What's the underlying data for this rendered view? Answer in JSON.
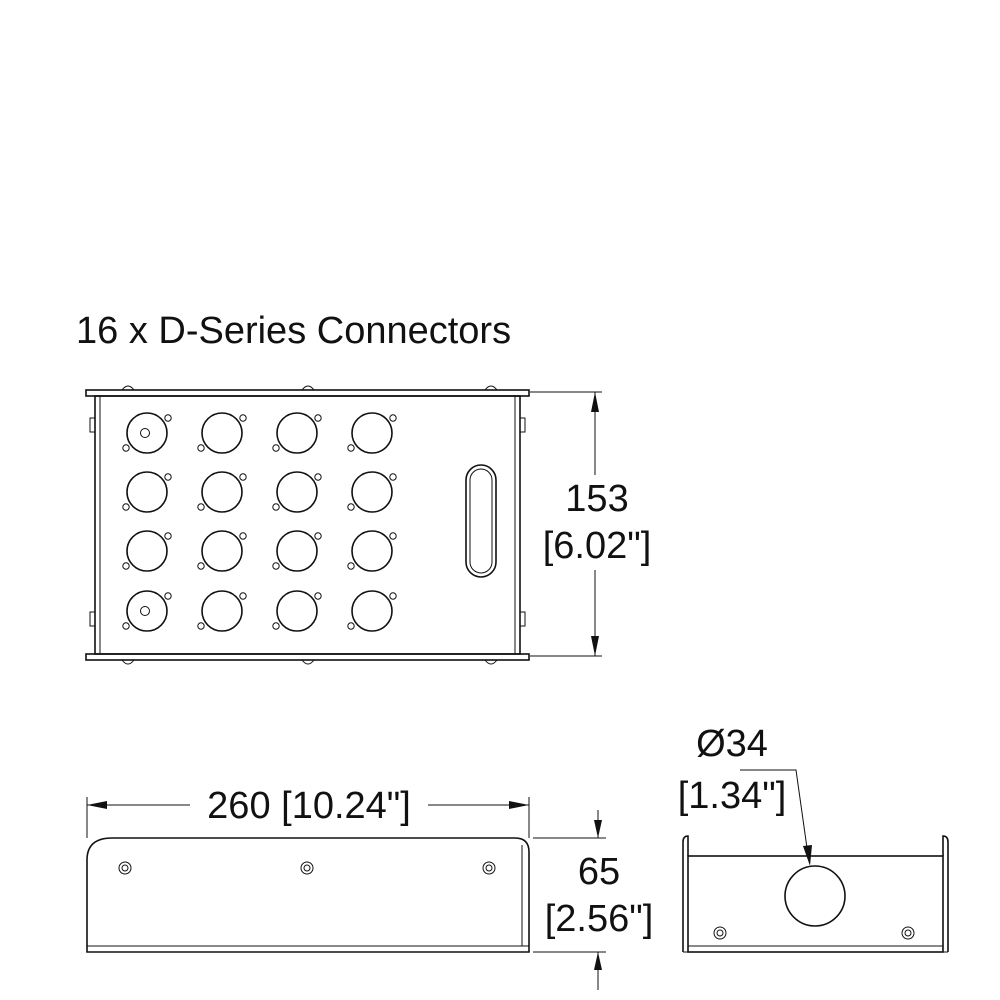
{
  "title": "16 x D-Series Connectors",
  "dimensions": {
    "height": {
      "mm": "153",
      "in": "[6.02\"]"
    },
    "width": {
      "label": "260 [10.24\"]"
    },
    "depth": {
      "mm": "65",
      "in": "[2.56\"]"
    },
    "hole": {
      "mm": "Ø34",
      "in": "[1.34\"]"
    }
  },
  "connectors": {
    "rows": 4,
    "columns": 4,
    "count": 16
  },
  "colors": {
    "line": "#111111",
    "background": "#ffffff"
  }
}
